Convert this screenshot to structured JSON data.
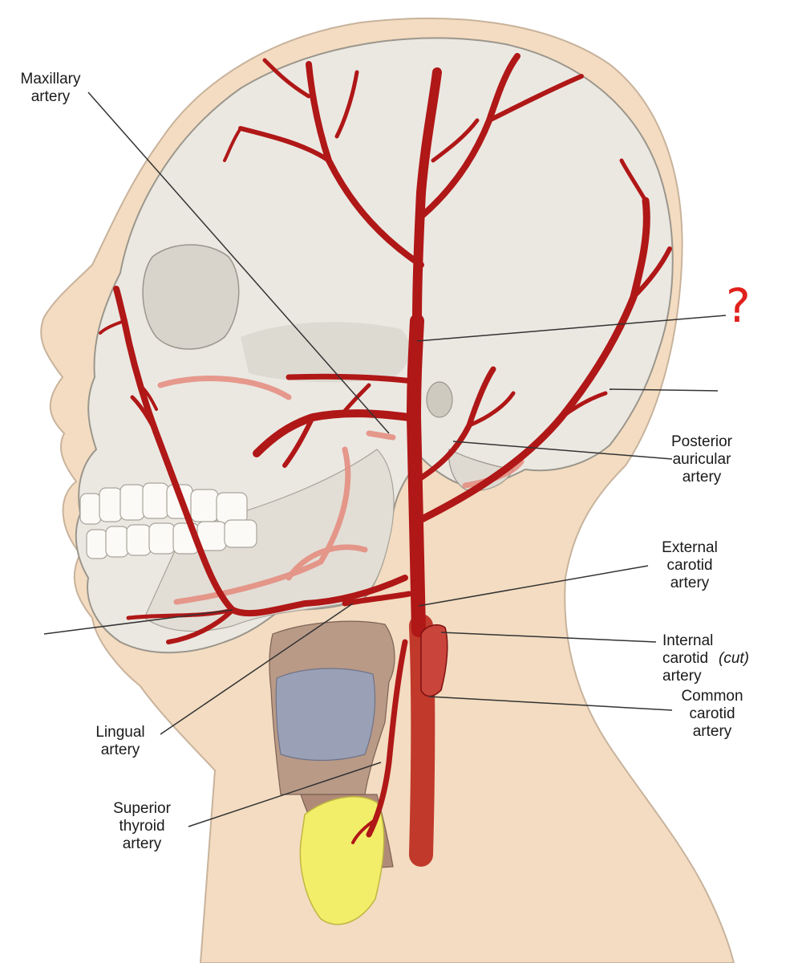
{
  "figure": {
    "colors": {
      "skin": "#f3dcc1",
      "skin_outline": "#c8b39c",
      "skull": "#ebe8e2",
      "skull_shadow": "#d8d4cc",
      "artery": "#b01717",
      "artery_light": "#e58a7c",
      "thyroid": "#f2ee6a",
      "cartilage": "#9aa0b6",
      "trachea": "#b08a78",
      "leader": "#333333",
      "annotation": "#e0201c"
    },
    "labels": {
      "maxillary": "Maxillary\nartery",
      "posterior_auricular": "Posterior\nauricular\nartery",
      "external_carotid": "External\ncarotid\nartery",
      "internal_carotid": "Internal\ncarotid\nartery",
      "internal_carotid_cut": "(cut)",
      "common_carotid": "Common\ncarotid\nartery",
      "lingual": "Lingual\nartery",
      "superior_thyroid": "Superior\nthyroid\nartery"
    },
    "annotation": {
      "question_mark": "?"
    },
    "icons": {
      "question_mark": "handwritten-question-mark-icon"
    }
  }
}
